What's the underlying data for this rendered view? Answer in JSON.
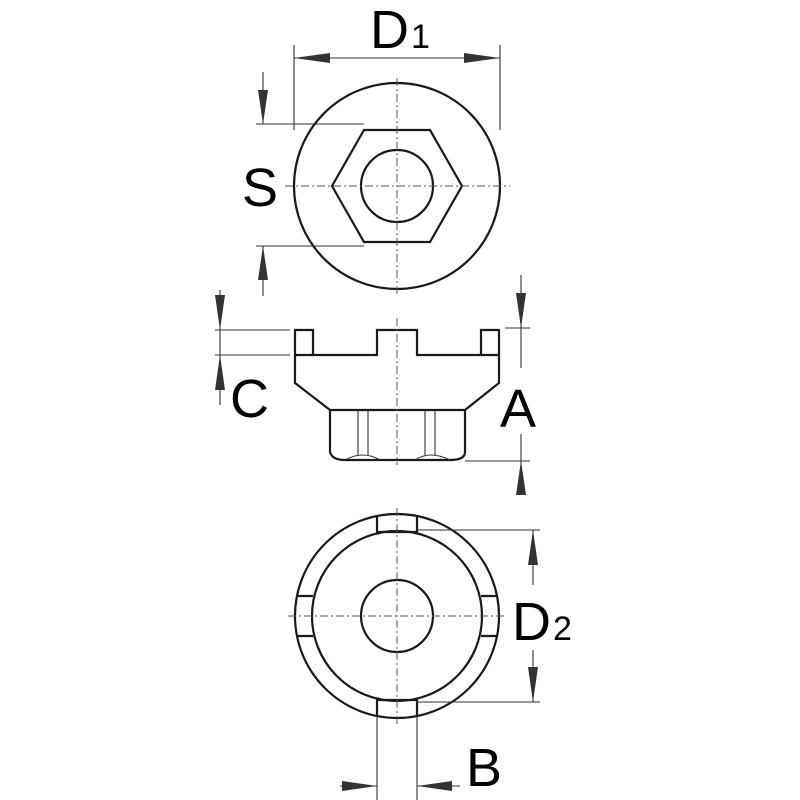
{
  "labels": {
    "d1": {
      "main": "D",
      "sub": "1"
    },
    "s": "S",
    "c": "C",
    "a": "A",
    "d2": {
      "main": "D",
      "sub": "2"
    },
    "b": "B"
  },
  "colors": {
    "line": "#1a1a1a",
    "background": "#ffffff"
  }
}
